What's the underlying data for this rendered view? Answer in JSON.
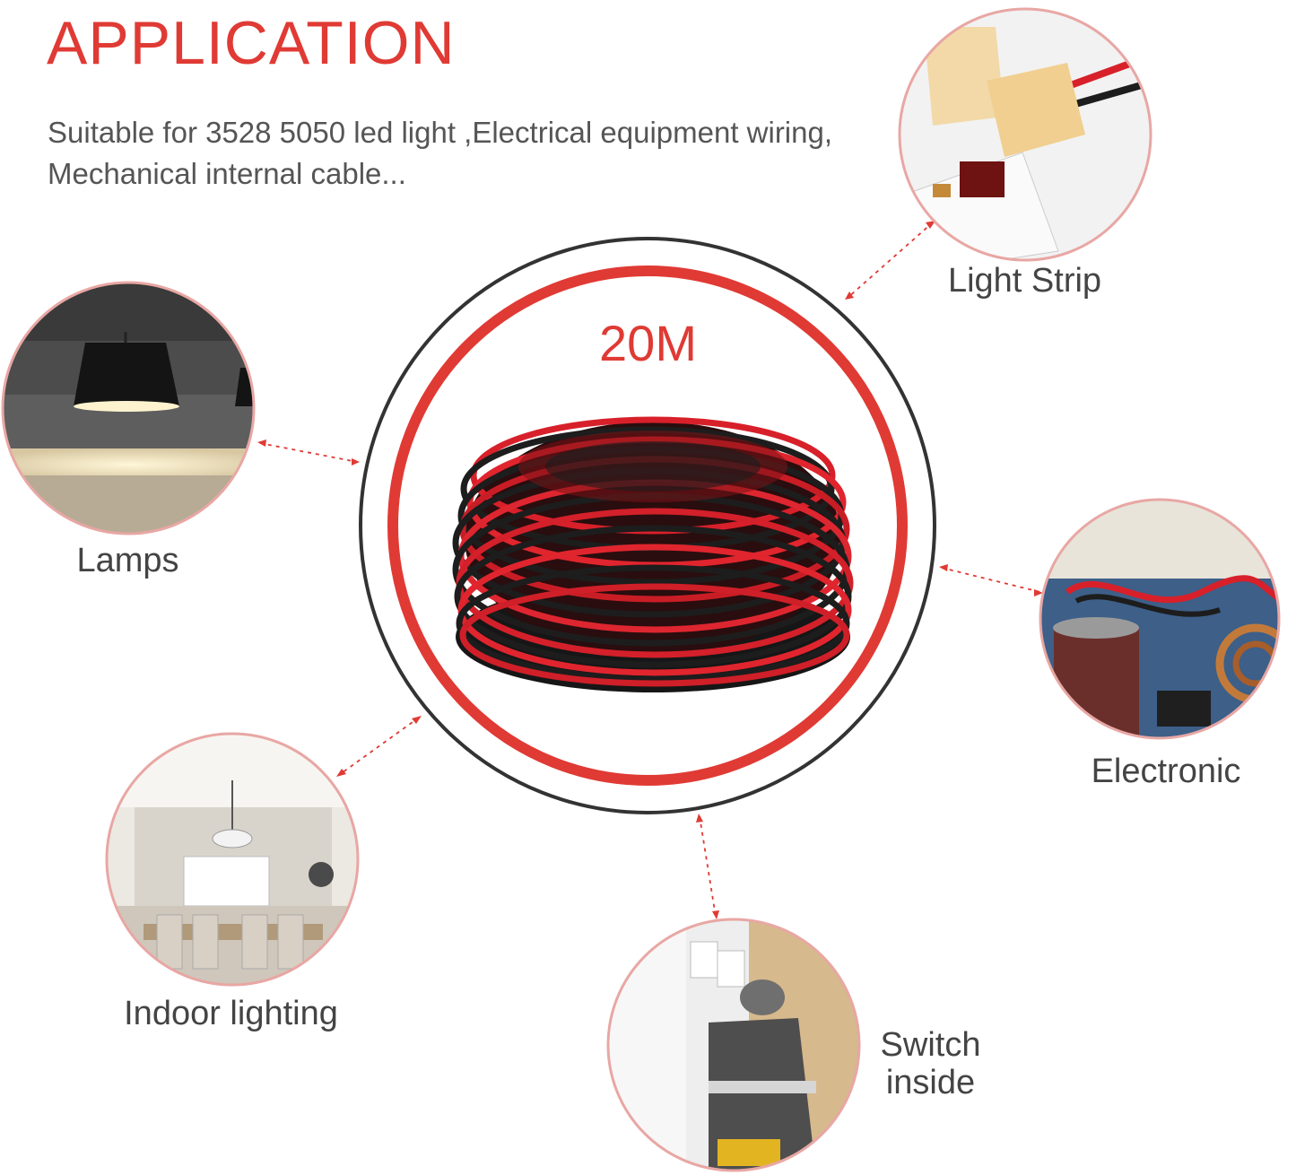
{
  "header": {
    "title": "APPLICATION",
    "description": "Suitable for 3528 5050 led light ,Electrical equipment wiring, Mechanical internal cable..."
  },
  "product": {
    "length_label": "20M"
  },
  "applications": {
    "light_strip": "Light Strip",
    "lamps": "Lamps",
    "electronic": "Electronic",
    "indoor_lighting": "Indoor lighting",
    "switch_inside_line1": "Switch",
    "switch_inside_line2": "inside"
  },
  "colors": {
    "accent": "#e03a34",
    "ring_dark": "#333333",
    "thumb_ring": "#e8a7a4",
    "wire_red": "#d8202a",
    "wire_black": "#1d1d1d",
    "connector": "#f4c36a"
  }
}
